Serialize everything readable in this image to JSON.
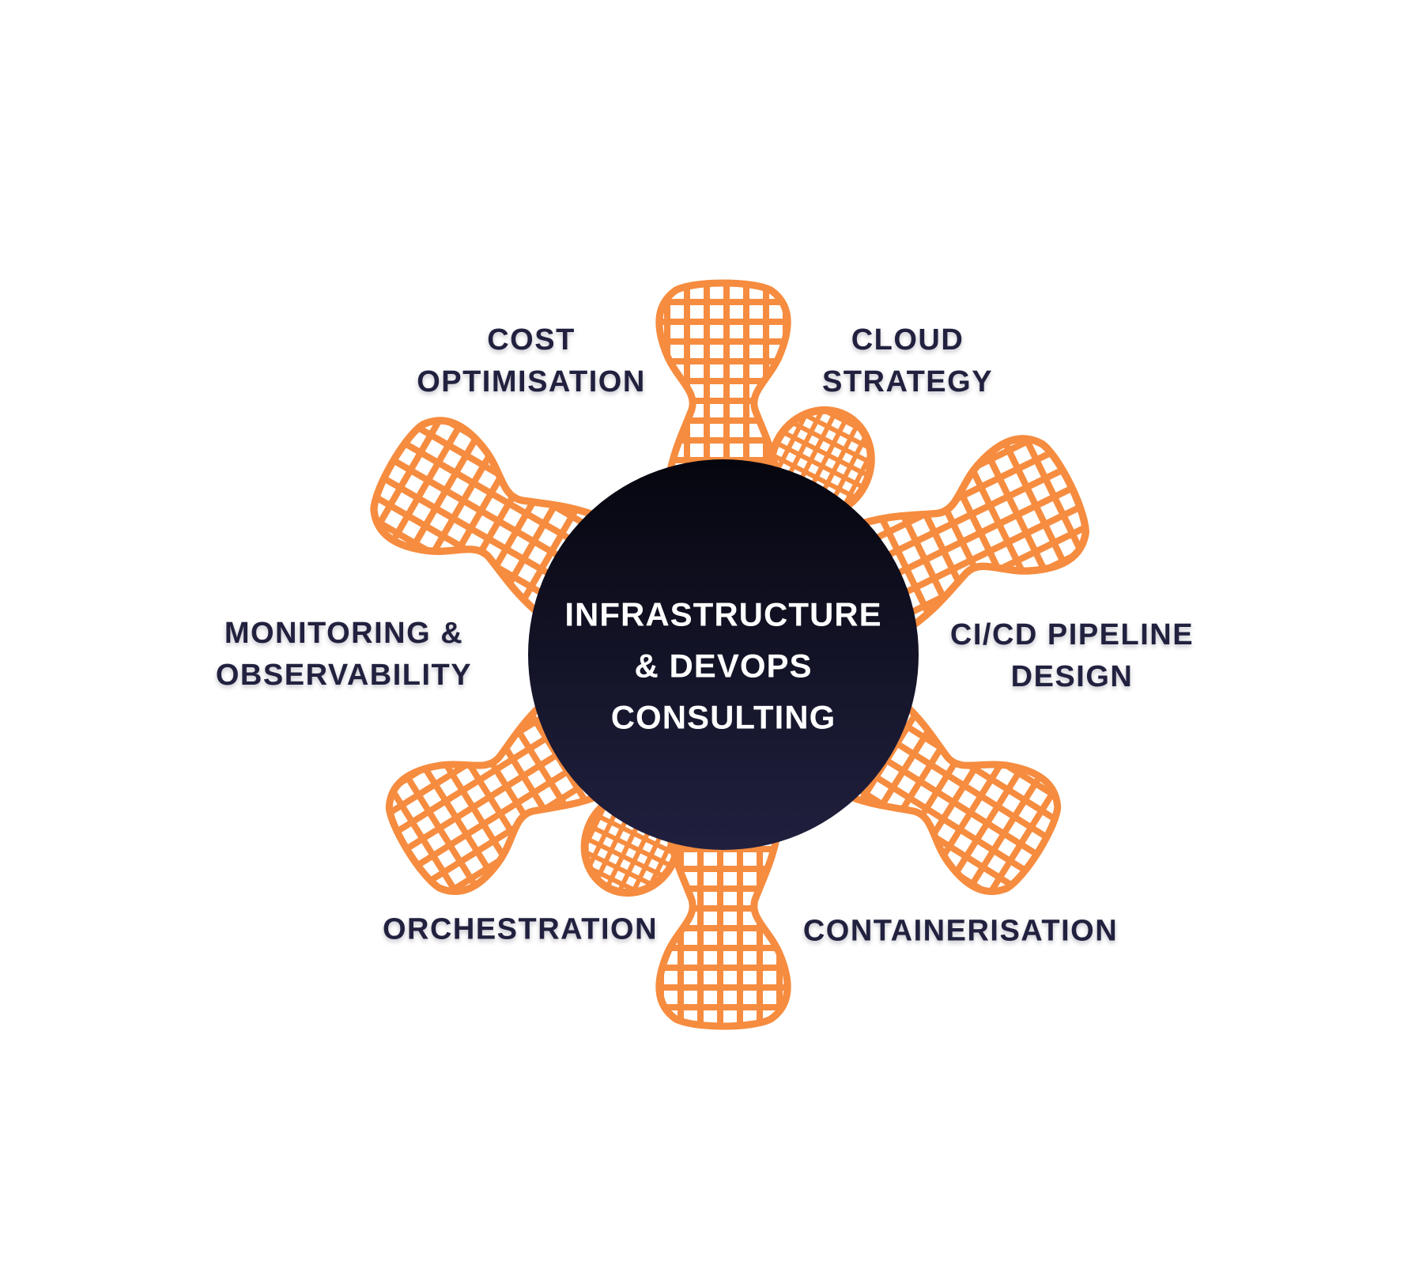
{
  "diagram": {
    "title_center": {
      "line1": "INFRASTRUCTURE",
      "line2": "& DEVOPS",
      "line3": "CONSULTING"
    },
    "labels": {
      "cost_optimisation": {
        "line1": "COST",
        "line2": "OPTIMISATION"
      },
      "cloud_strategy": {
        "line1": "CLOUD",
        "line2": "STRATEGY"
      },
      "cicd_pipeline_design": {
        "line1": "CI/CD PIPELINE",
        "line2": "DESIGN"
      },
      "containerisation": {
        "line1": "CONTAINERISATION"
      },
      "orchestration": {
        "line1": "ORCHESTRATION"
      },
      "monitoring_observability": {
        "line1": "MONITORING &",
        "line2": "OBSERVABILITY"
      }
    },
    "icons": {
      "splat_graphic": "wireframe-splat-icon",
      "spokes": [
        "spoke-top",
        "spoke-upper-right-small",
        "spoke-right-upper",
        "spoke-right-lower",
        "spoke-bottom",
        "spoke-lower-left-small",
        "spoke-left-lower",
        "spoke-left-upper"
      ]
    },
    "colors": {
      "background": "#FFFFFF",
      "accent_orange": "#F68C3F",
      "circle_gradient_top": "#06060F",
      "circle_gradient_bottom": "#20203F",
      "label_text": "#21213F",
      "center_text": "#FFFFFF"
    }
  }
}
